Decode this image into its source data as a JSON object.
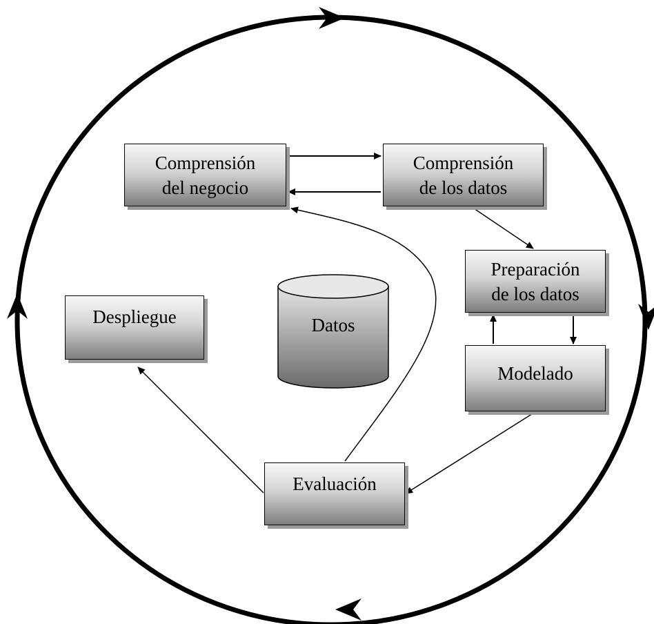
{
  "diagram": {
    "boxes": {
      "business_understanding": {
        "line1": "Comprensión",
        "line2": "del negocio"
      },
      "data_understanding": {
        "line1": "Comprensión",
        "line2": "de los datos"
      },
      "data_preparation": {
        "line1": "Preparación",
        "line2": "de los datos"
      },
      "modeling": {
        "label": "Modelado"
      },
      "evaluation": {
        "label": "Evaluación"
      },
      "deployment": {
        "label": "Despliegue"
      }
    },
    "data_store": {
      "label": "Datos"
    }
  },
  "colors": {
    "stroke": "#000000",
    "box_top": "#f7f7f7",
    "box_bottom": "#7e7e7e",
    "shadow": "#9a9a9a"
  }
}
